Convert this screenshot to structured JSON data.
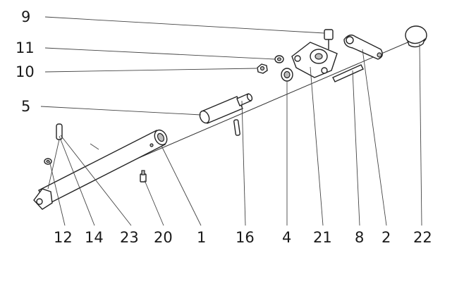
{
  "diagram": {
    "top_labels": [
      "9",
      "11",
      "10",
      "5"
    ],
    "bottom_labels": [
      "12",
      "14",
      "23",
      "20",
      "1",
      "16",
      "4",
      "21",
      "8",
      "2",
      "22"
    ]
  }
}
